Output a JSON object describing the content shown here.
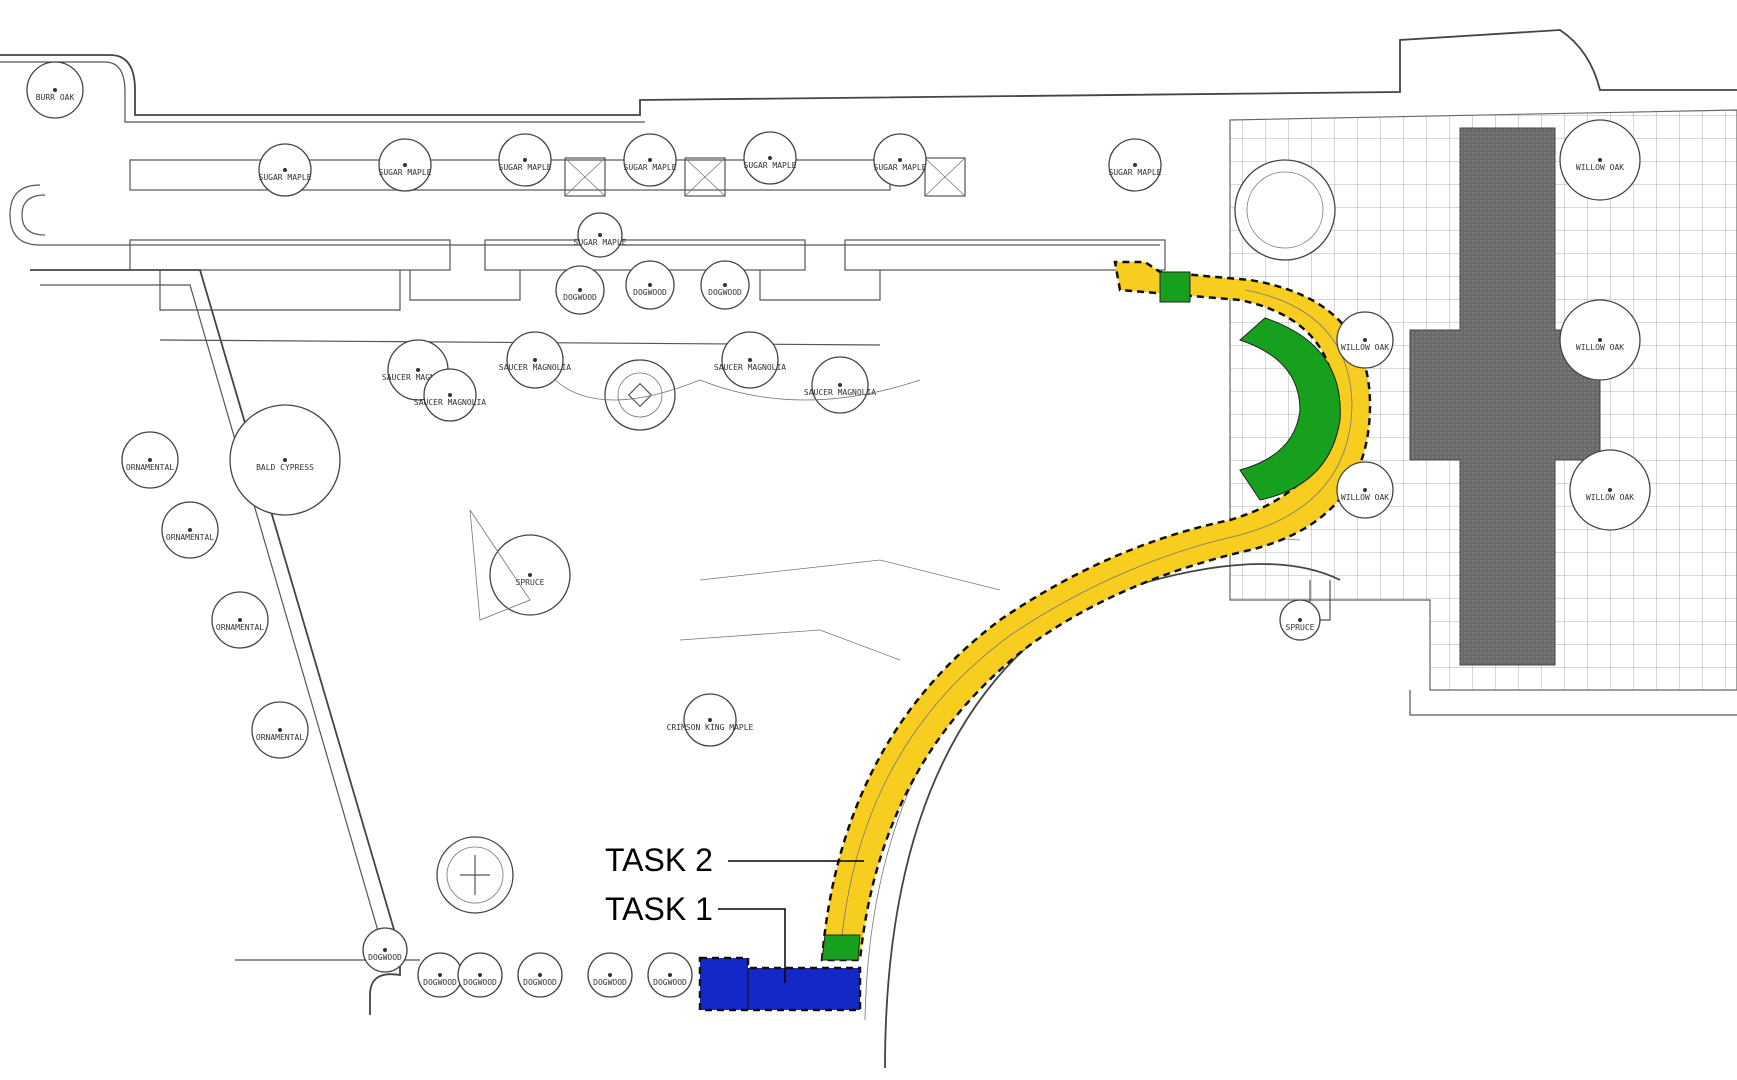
{
  "colors": {
    "task1": "#1428c8",
    "task2_path": "#f7cd1f",
    "task2_plaza": "#17a01e",
    "paving": "#6d6d6d",
    "linework": "#555555"
  },
  "labels": {
    "task2": "TASK 2",
    "task1": "TASK 1"
  },
  "trees": [
    {
      "label": "BURR OAK"
    },
    {
      "label": "SUGAR MAPLE"
    },
    {
      "label": "SUGAR MAPLE"
    },
    {
      "label": "SUGAR MAPLE"
    },
    {
      "label": "SUGAR MAPLE"
    },
    {
      "label": "SUGAR MAPLE"
    },
    {
      "label": "SUGAR MAPLE"
    },
    {
      "label": "SUGAR MAPLE"
    },
    {
      "label": "SUGAR MAPLE"
    },
    {
      "label": "DOGWOOD"
    },
    {
      "label": "DOGWOOD"
    },
    {
      "label": "DOGWOOD"
    },
    {
      "label": "SAUCER MAGNOLIA"
    },
    {
      "label": "SAUCER MAGNOLIA"
    },
    {
      "label": "SAUCER MAGNOLIA"
    },
    {
      "label": "SAUCER MAGNOLIA"
    },
    {
      "label": "SAUCER MAGNOLIA"
    },
    {
      "label": "BALD CYPRESS"
    },
    {
      "label": "SPRUCE"
    },
    {
      "label": "CRIMSON KING MAPLE"
    },
    {
      "label": "ORNAMENTAL"
    },
    {
      "label": "ORNAMENTAL"
    },
    {
      "label": "ORNAMENTAL"
    },
    {
      "label": "ORNAMENTAL"
    },
    {
      "label": "DOGWOOD"
    },
    {
      "label": "DOGWOOD"
    },
    {
      "label": "DOGWOOD"
    },
    {
      "label": "DOGWOOD"
    },
    {
      "label": "DOGWOOD"
    },
    {
      "label": "DOGWOOD"
    },
    {
      "label": "WILLOW OAK"
    },
    {
      "label": "WILLOW OAK"
    },
    {
      "label": "WILLOW OAK"
    },
    {
      "label": "WILLOW OAK"
    },
    {
      "label": "WILLOW OAK"
    },
    {
      "label": "SPRUCE"
    }
  ]
}
